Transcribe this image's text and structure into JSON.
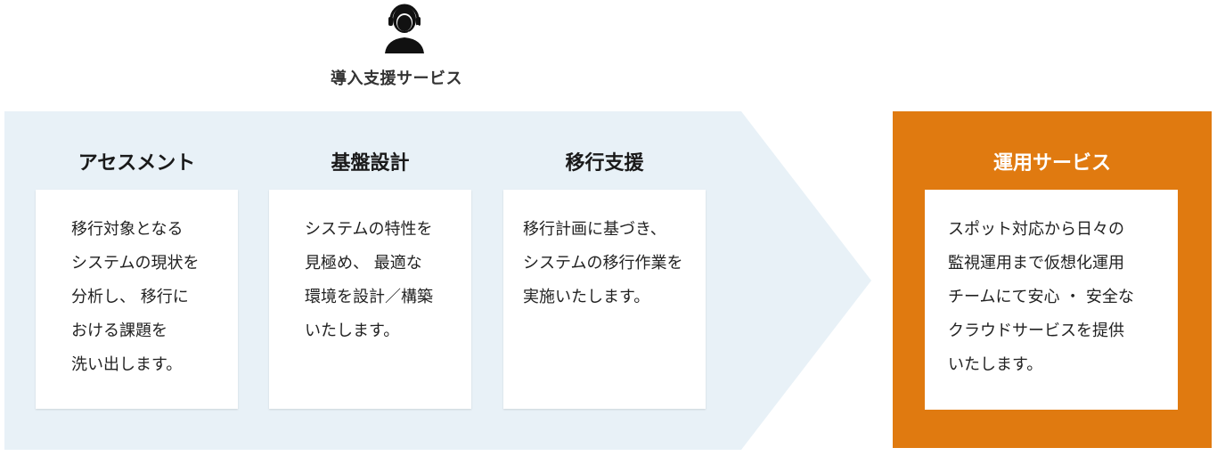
{
  "header": {
    "icon": "support-headset-person-icon",
    "label": "導入支援サービス"
  },
  "colors": {
    "arrow_fill": "#e8f1f7",
    "orange": "#e07a10",
    "card": "#ffffff"
  },
  "columns": [
    {
      "title": "アセスメント",
      "lines": [
        "移行対象となる",
        "システムの現状を",
        "分析し、 移行に",
        "おける課題を",
        "洗い出します。"
      ]
    },
    {
      "title": "基盤設計",
      "lines": [
        "システムの特性を",
        "見極め、 最適な",
        "環境を設計／構築",
        "いたします。"
      ]
    },
    {
      "title": "移行支援",
      "lines": [
        "移行計画に基づき、",
        "システムの移行作業を",
        "実施いたします。"
      ]
    }
  ],
  "operation": {
    "title": "運用サービス",
    "lines": [
      "スポット対応から日々の",
      "監視運用まで仮想化運用",
      "チームにて安心 ・ 安全な",
      "クラウドサービスを提供",
      "いたします。"
    ]
  }
}
